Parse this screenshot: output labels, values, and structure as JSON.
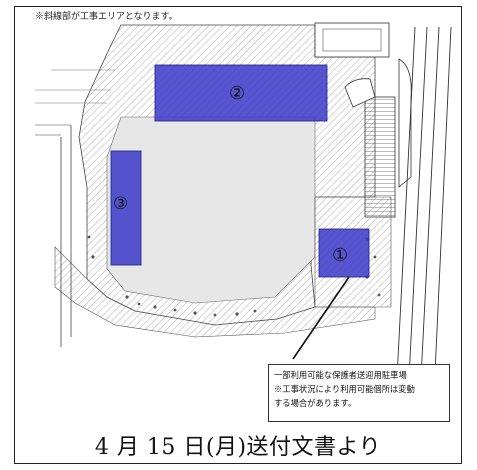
{
  "header": {
    "note": "※斜線部が工事エリアとなります。"
  },
  "zones": [
    {
      "id": "zone-1",
      "label": "①",
      "color": "#3a38c8"
    },
    {
      "id": "zone-2",
      "label": "②",
      "color": "#3a38c8"
    },
    {
      "id": "zone-3",
      "label": "③",
      "color": "#3a38c8"
    }
  ],
  "callout": {
    "line1": "一部利用可能な保護者送迎用駐車場",
    "line2": "※工事状況により利用可能個所は変動",
    "line3": "する場合があります。"
  },
  "caption": {
    "text": "4 月 15 日(月)送付文書より"
  },
  "colors": {
    "hatch": "#8a8a8a",
    "zone_fill": "#3a38c8",
    "line": "#333333"
  }
}
